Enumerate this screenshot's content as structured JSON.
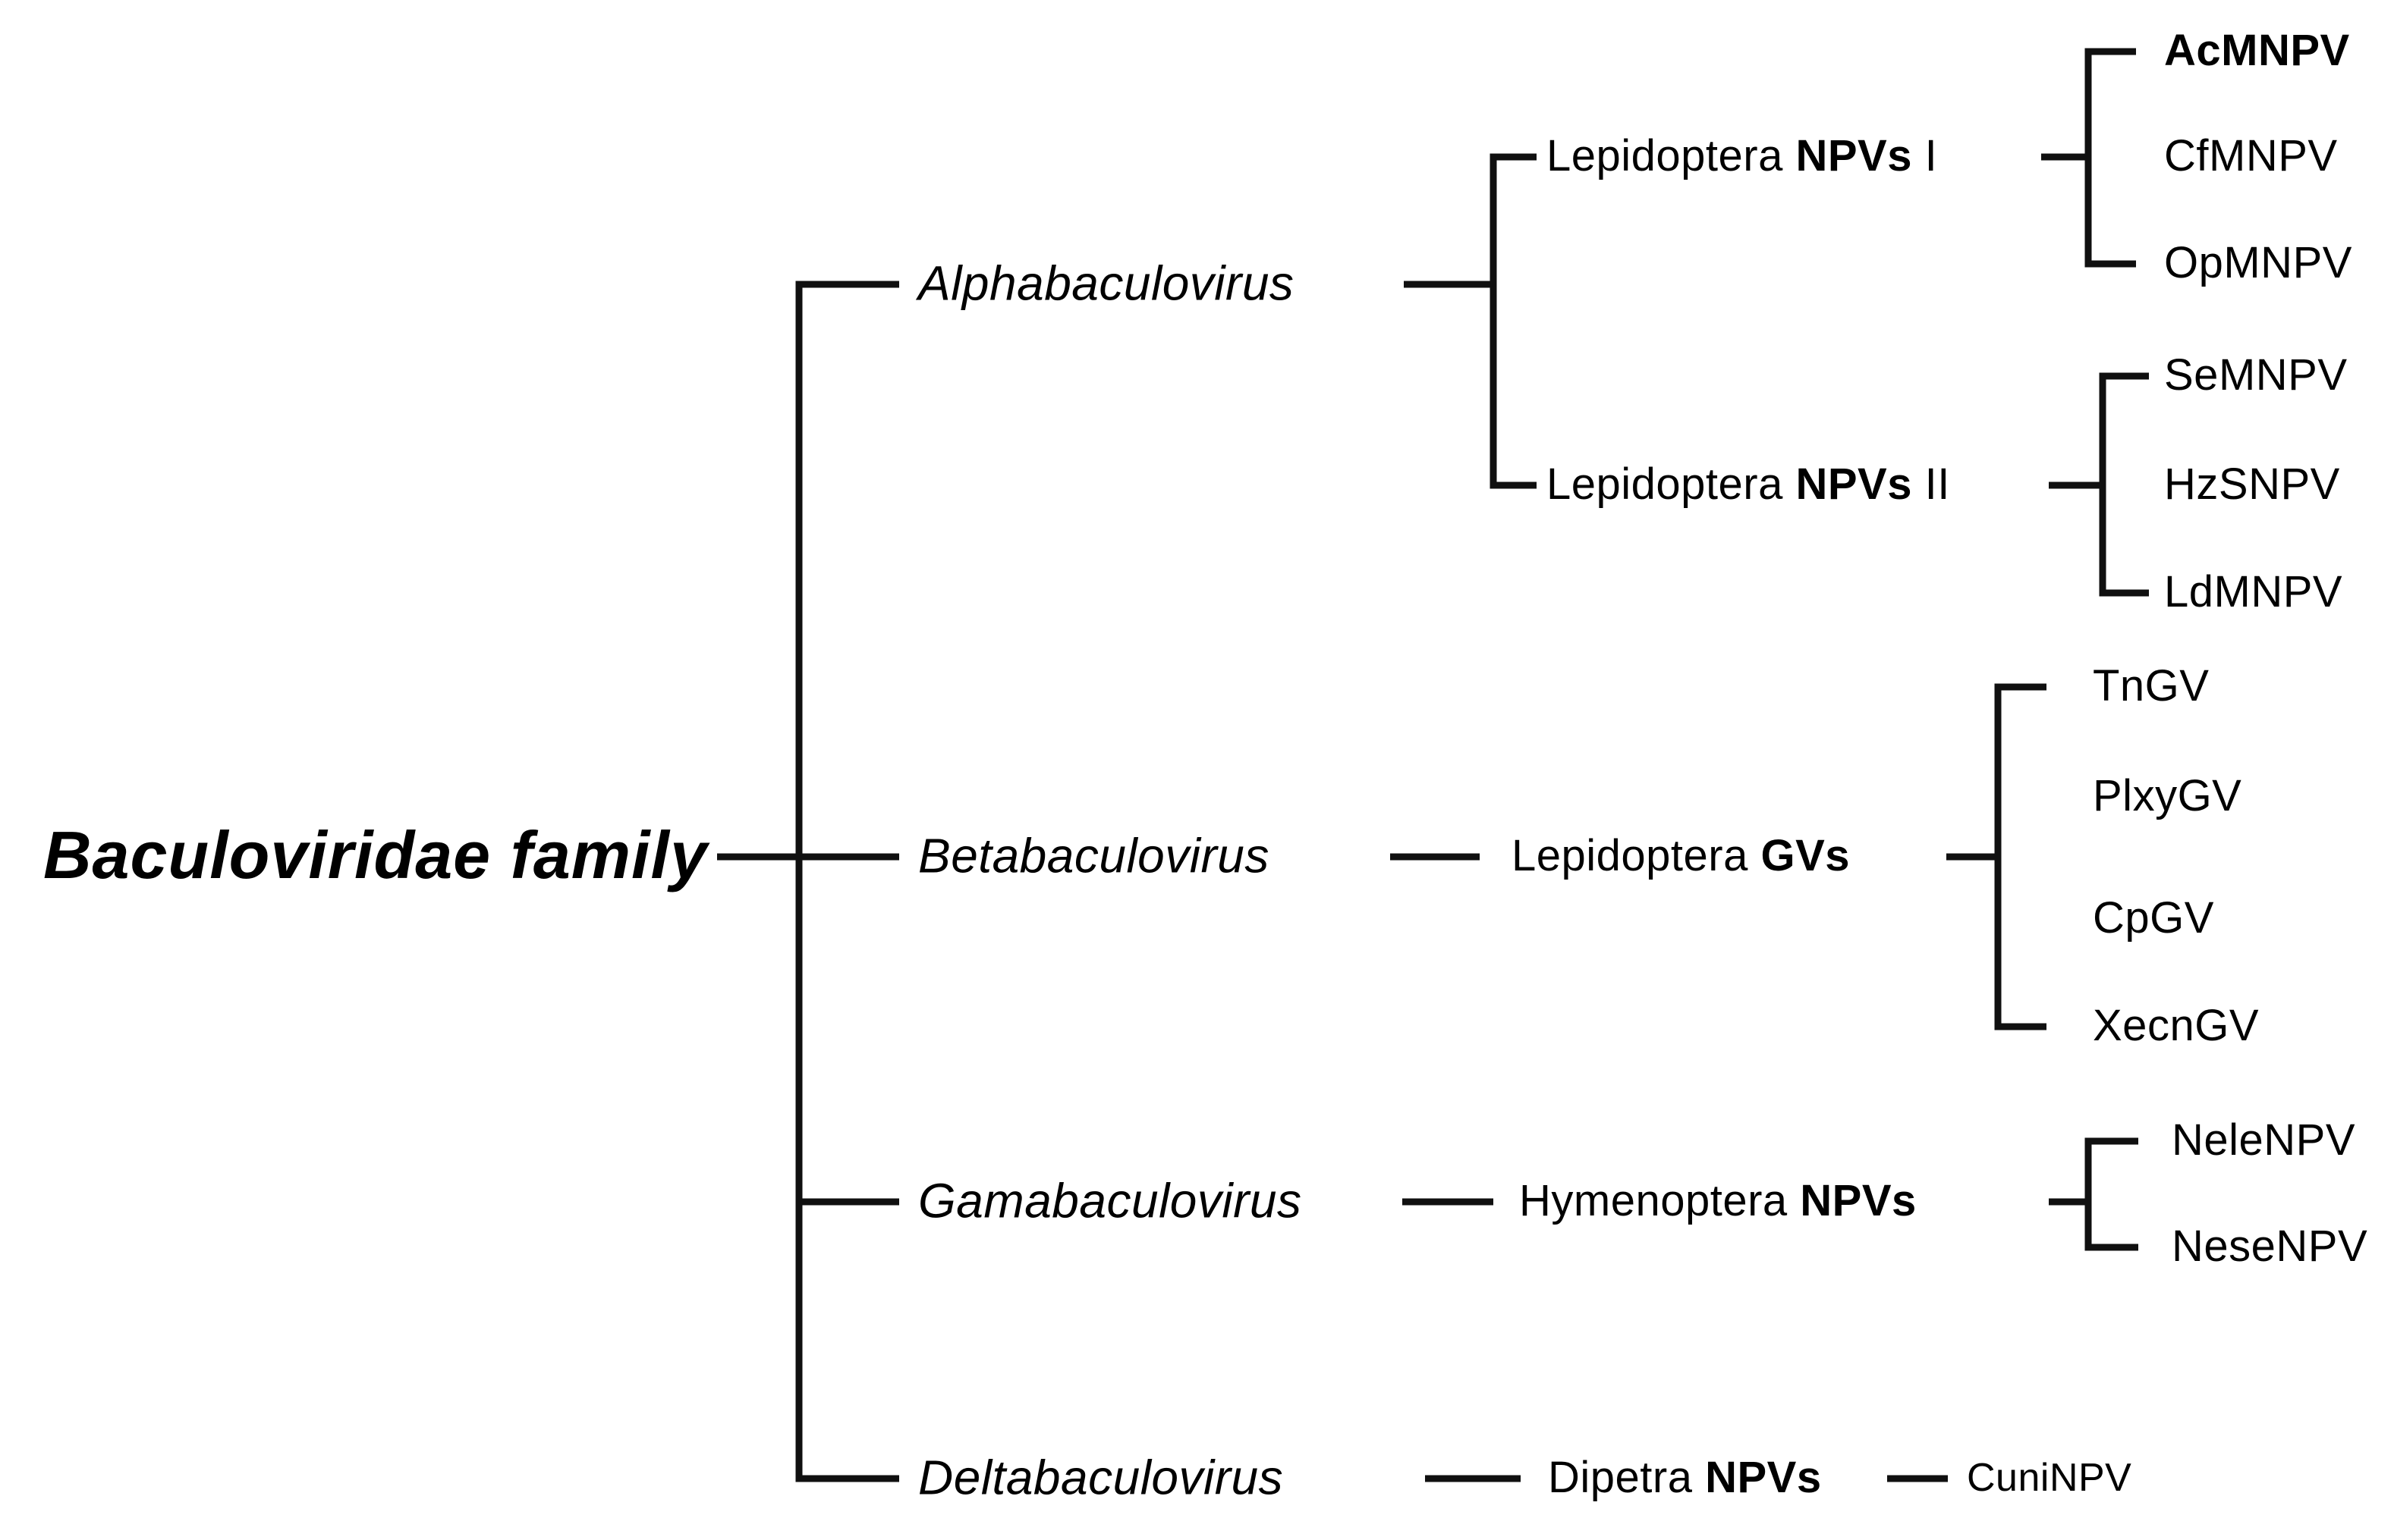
{
  "figure": {
    "title": "Baculoviridae family",
    "genera": [
      {
        "name": "Alphabaculovirus",
        "groups": [
          {
            "pre": "Lepidoptera ",
            "bold": "NPVs",
            "post": " I",
            "species": [
              {
                "label": "AcMNPV"
              },
              {
                "label": "CfMNPV"
              },
              {
                "label": "OpMNPV"
              }
            ]
          },
          {
            "pre": "Lepidoptera ",
            "bold": "NPVs",
            "post": " II",
            "species": [
              {
                "label": "SeMNPV"
              },
              {
                "label": "HzSNPV"
              },
              {
                "label": "LdMNPV"
              }
            ]
          }
        ]
      },
      {
        "name": "Betabaculovirus",
        "groups": [
          {
            "pre": "Lepidoptera ",
            "bold": "GVs",
            "post": "",
            "species": [
              {
                "label": "TnGV"
              },
              {
                "label": "PlxyGV"
              },
              {
                "label": "CpGV"
              },
              {
                "label": "XecnGV"
              }
            ]
          }
        ]
      },
      {
        "name": "Gamabaculovirus",
        "groups": [
          {
            "pre": "Hymenoptera ",
            "bold": "NPVs",
            "post": "",
            "species": [
              {
                "label": "NeleNPV"
              },
              {
                "label": "NeseNPV"
              }
            ]
          }
        ]
      },
      {
        "name": "Deltabaculovirus",
        "groups": [
          {
            "pre": "Dipetra ",
            "bold": "NPVs",
            "post": "",
            "species": [
              {
                "label": "CuniNPV"
              }
            ]
          }
        ]
      }
    ]
  }
}
